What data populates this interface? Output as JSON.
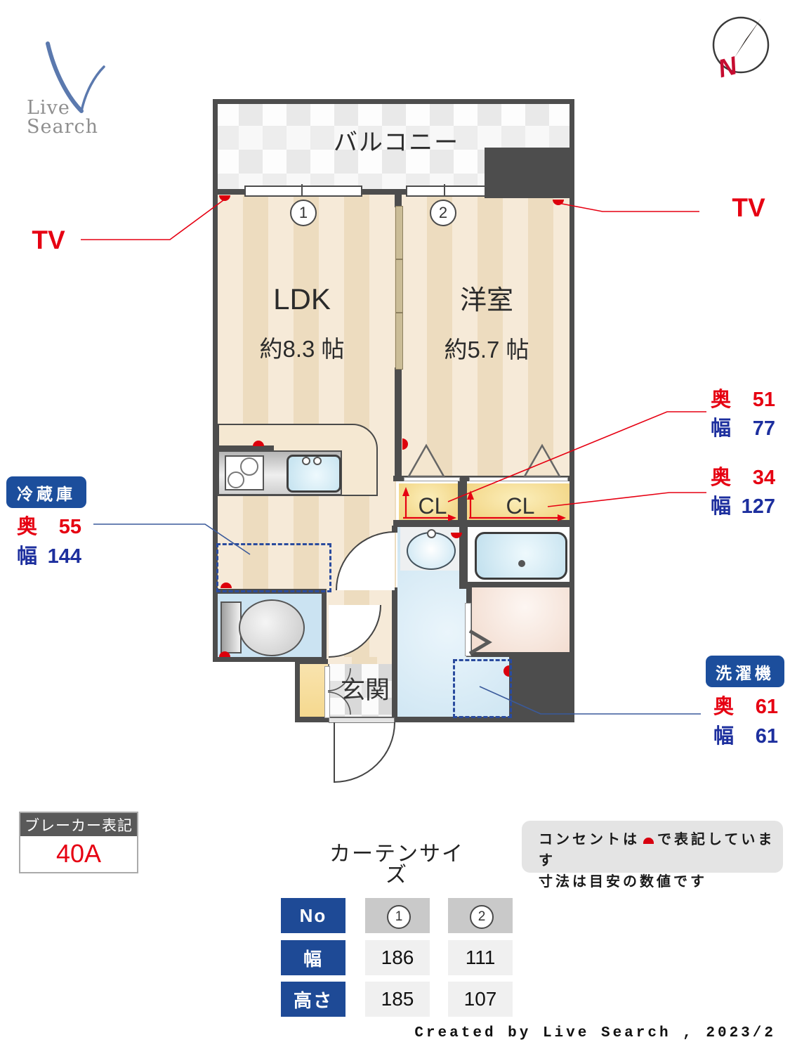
{
  "logo": {
    "brand": "Live Search"
  },
  "compass": {
    "n": "N"
  },
  "floorplan": {
    "balcony": "バルコニー",
    "ldk_name": "LDK",
    "ldk_size": "約8.3 帖",
    "western_name": "洋室",
    "western_size": "約5.7 帖",
    "closet1": "CL",
    "closet2": "CL",
    "entrance": "玄関",
    "window1": "1",
    "window2": "2",
    "tv_left": "TV",
    "tv_right": "TV"
  },
  "measurements": {
    "fridge": {
      "label": "冷蔵庫",
      "depth_label": "奥",
      "depth": "55",
      "width_label": "幅",
      "width": "144"
    },
    "closet1": {
      "depth_label": "奥",
      "depth": "51",
      "width_label": "幅",
      "width": "77"
    },
    "closet2": {
      "depth_label": "奥",
      "depth": "34",
      "width_label": "幅",
      "width": "127"
    },
    "washer": {
      "label": "洗濯機",
      "depth_label": "奥",
      "depth": "61",
      "width_label": "幅",
      "width": "61"
    }
  },
  "breaker": {
    "label": "ブレーカー表記",
    "value": "40A"
  },
  "notes": {
    "line1_prefix": "コンセントは",
    "line1_suffix": "で表記しています",
    "line2": "寸法は目安の数値です"
  },
  "curtain": {
    "title": "カーテンサイズ",
    "header_no": "No",
    "header_width": "幅",
    "header_height": "高さ",
    "col1_no": "1",
    "col2_no": "2",
    "col1_width": "186",
    "col2_width": "111",
    "col1_height": "185",
    "col2_height": "107"
  },
  "footer": {
    "credit": "Created by Live Search , 2023/2"
  },
  "colors": {
    "red": "#e60012",
    "blue": "#1d2f9e",
    "badge_blue": "#1c4e9c",
    "wall": "#4d4d4d"
  }
}
